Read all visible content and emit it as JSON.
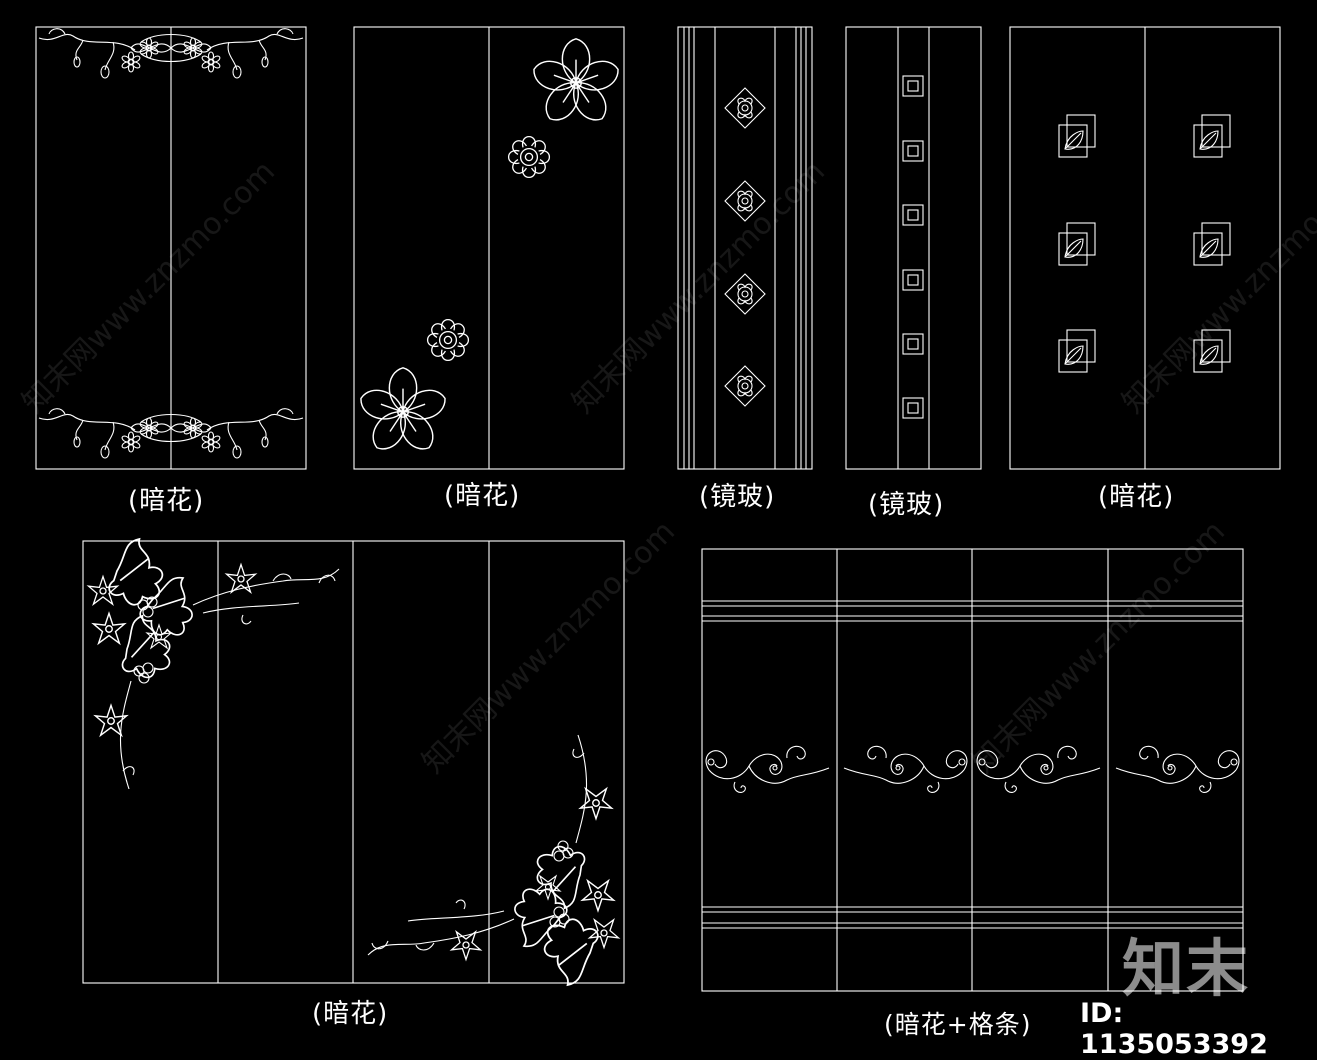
{
  "captions": {
    "panel1": "(暗花)",
    "panel2": "(暗花)",
    "panel3": "(镜玻)",
    "panel4": "(镜玻)",
    "panel5": "(暗花)",
    "panel6": "(暗花)",
    "panel7": "(暗花+格条)"
  },
  "watermark": {
    "text": "知末网www.znzmo.com",
    "logo": "知末",
    "id_label": "ID: 1135053392"
  }
}
